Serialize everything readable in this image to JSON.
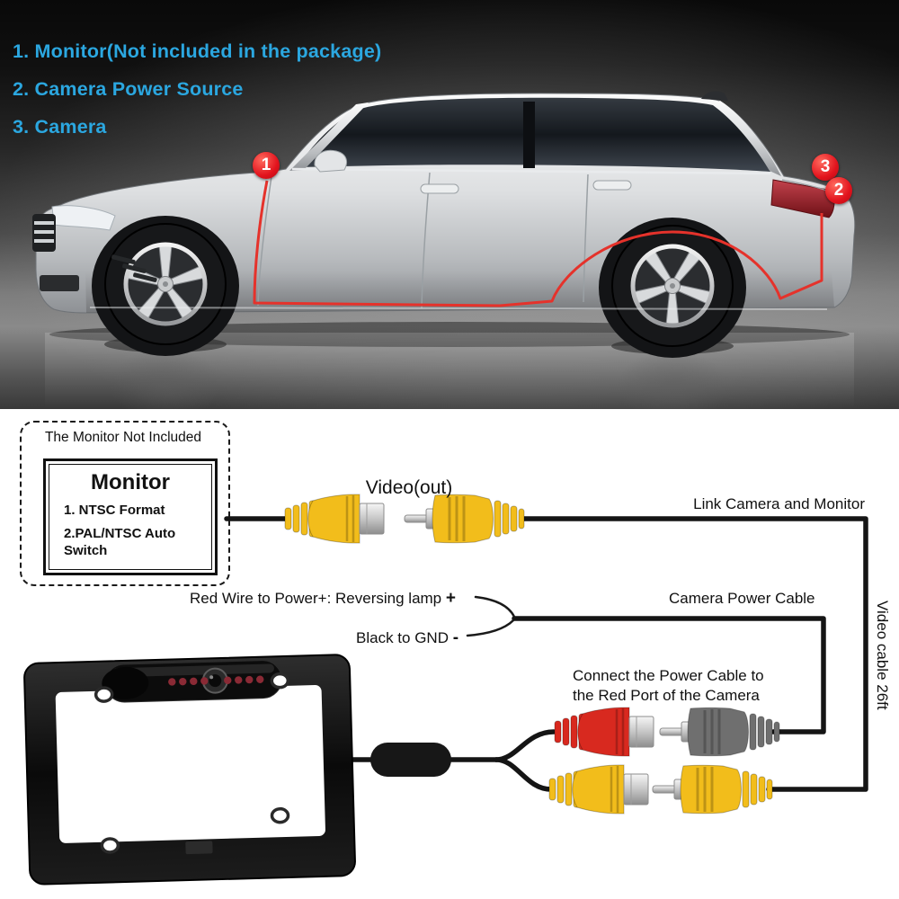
{
  "photo": {
    "label_color": "#2ba7e0",
    "items": [
      {
        "label": "1. Monitor(Not included in the package)"
      },
      {
        "label": "2. Camera Power Source"
      },
      {
        "label": "3. Camera"
      }
    ],
    "markers": {
      "monitor": "1",
      "camera": "3",
      "power_source": "2"
    }
  },
  "diagram": {
    "monitor_box": {
      "outer_label": "The Monitor Not Included",
      "title": "Monitor",
      "feature_1": "1. NTSC Format",
      "feature_2": "2.PAL/NTSC Auto Switch"
    },
    "labels": {
      "video_out": "Video(out)",
      "link_camera_monitor": "Link Camera and Monitor",
      "video_cable": "Video cable 26ft",
      "red_wire": "Red Wire to Power+: Reversing lamp",
      "red_wire_plus": "+",
      "black_gnd": "Black to GND",
      "black_gnd_minus": "-",
      "camera_power_cable": "Camera Power Cable",
      "connect_line1": "Connect the Power Cable to",
      "connect_line2": "the Red Port of the Camera"
    }
  },
  "colors": {
    "label_cyan": "#2ba7e0",
    "marker_red": "#e2131d",
    "cable_route_red": "#e5322b",
    "rca_yellow": "#f2bd1b",
    "rca_red": "#d8291f",
    "rca_gray": "#6f6f6f",
    "wire_black": "#151515"
  }
}
